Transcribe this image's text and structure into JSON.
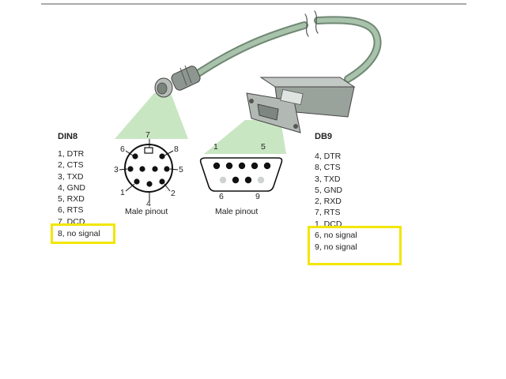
{
  "colors": {
    "highlight": "#f2e600",
    "beam": "#c9e6c3",
    "cable": "#8fa892",
    "connector": "#9aa29c"
  },
  "din8": {
    "title": "DIN8",
    "pins": [
      "1, DTR",
      "2, CTS",
      "3, TXD",
      "4, GND",
      "5, RXD",
      "6, RTS",
      "7, DCD"
    ],
    "highlighted": "8, no signal",
    "caption": "Male pinout",
    "pin_numbers": [
      "1",
      "2",
      "3",
      "4",
      "5",
      "6",
      "7",
      "8"
    ]
  },
  "db9": {
    "title": "DB9",
    "pins": [
      "4, DTR",
      "8, CTS",
      "3, TXD",
      "5, GND",
      "2, RXD",
      "7, RTS",
      "1, DCD"
    ],
    "highlighted": [
      "6, no signal",
      "9, no signal"
    ],
    "caption": "Male pinout",
    "pin_numbers": [
      "1",
      "5",
      "6",
      "9"
    ]
  }
}
